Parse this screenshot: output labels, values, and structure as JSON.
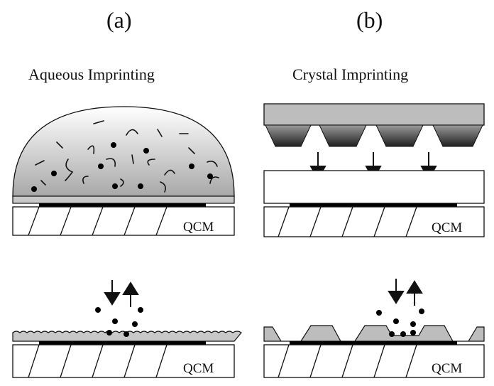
{
  "panels": [
    {
      "letter": "(a)",
      "title": "Aqueous Imprinting"
    },
    {
      "letter": "(b)",
      "title": "Crystal Imprinting"
    }
  ],
  "substrate_label": "QCM",
  "colors": {
    "ink": "#111111",
    "gray_fill": "#bdbdbd",
    "light_gray": "#d9d9d9",
    "electrode": "#000000"
  }
}
